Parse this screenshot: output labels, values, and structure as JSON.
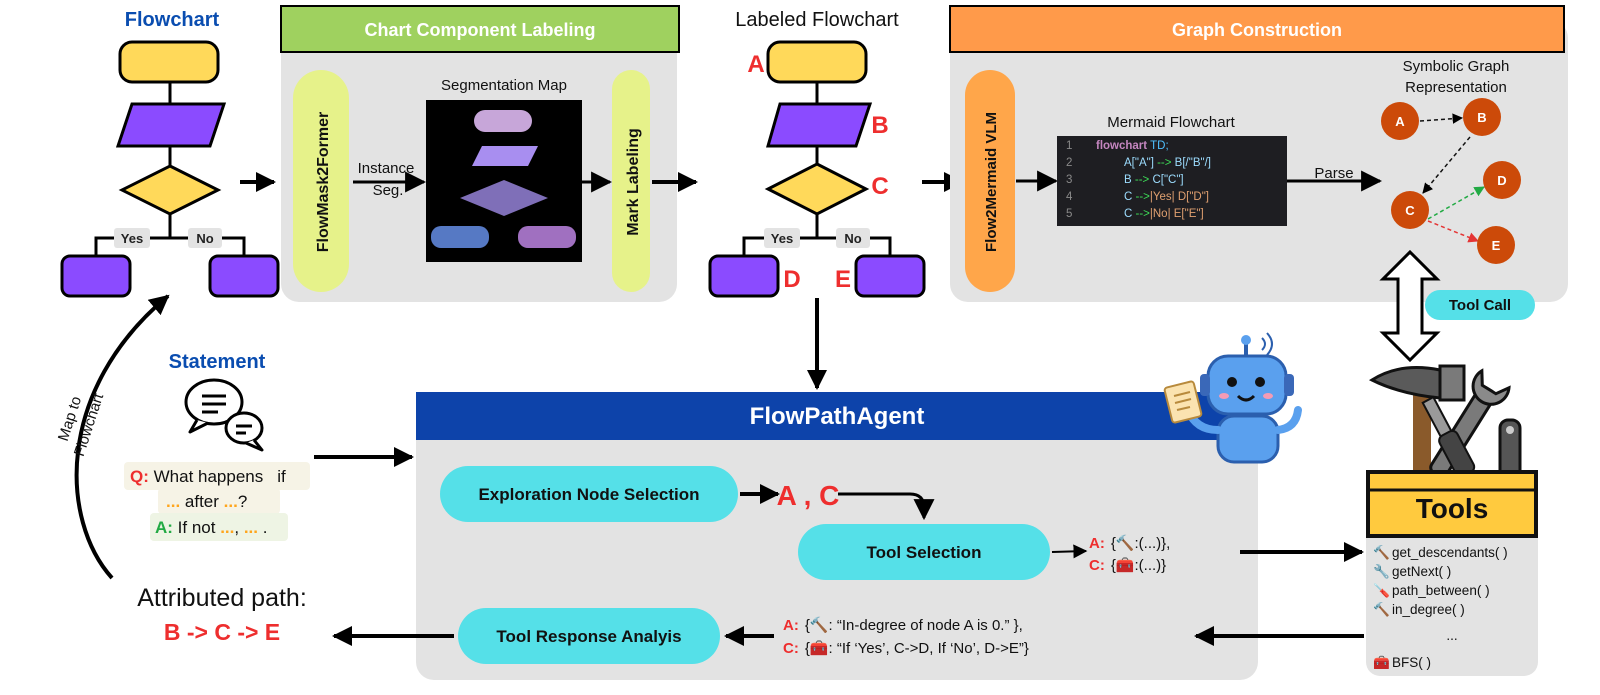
{
  "colors": {
    "flow_terminal": "#ffd95a",
    "flow_process": "#8b4bff",
    "flow_decision": "#ffd95a",
    "panel_gray": "#e3e3e3",
    "labeling_header": "#9fd15f",
    "graph_header": "#ff9a4a",
    "vlm_pill": "#ffa64a",
    "mask_pill": "#e6f28a",
    "agent_header": "#0d43aa",
    "step_pill": "#55e0e8",
    "node_orange": "#cc4a09",
    "label_red": "#ee2e2e",
    "title_blue": "#0a4db0",
    "tools_box": "#ffca3e"
  },
  "flowchart": {
    "title": "Flowchart",
    "yes": "Yes",
    "no": "No"
  },
  "labeling": {
    "header": "Chart Component Labeling",
    "mask_model": "FlowMask2Former",
    "instance_line1": "Instance",
    "instance_line2": "Seg.",
    "seg_title": "Segmentation Map",
    "mark_labeling": "Mark Labeling"
  },
  "labeled": {
    "title": "Labeled Flowchart",
    "A": "A",
    "B": "B",
    "C": "C",
    "D": "D",
    "E": "E",
    "yes": "Yes",
    "no": "No"
  },
  "graph": {
    "header": "Graph Construction",
    "vlm": "Flow2Mermaid VLM",
    "mermaid_title": "Mermaid Flowchart",
    "parse": "Parse",
    "symbolic_line1": "Symbolic Graph",
    "symbolic_line2": "Representation",
    "tool_call": "Tool Call",
    "node_A": "A",
    "node_B": "B",
    "node_C": "C",
    "node_D": "D",
    "node_E": "E"
  },
  "mermaid": {
    "line_numbers": [
      "1",
      "2",
      "3",
      "4",
      "5"
    ],
    "l1_keyword": "flowchart",
    "l1_rest": " TD;",
    "l2_a": "A[\"A\"]",
    "l2_arrow": " --> ",
    "l2_b": "B[/\"B\"/]",
    "l3_a": "B",
    "l3_arrow": " --> ",
    "l3_b": "C[\"C\"]",
    "l4_a": "C",
    "l4_arrow": " -->",
    "l4_b": "|Yes| D[\"D\"]",
    "l5_a": "C",
    "l5_arrow": " -->",
    "l5_b": "|No| E[\"E\"]"
  },
  "statement": {
    "title": "Statement",
    "q_prefix": "Q:",
    "q_text1": " What happens",
    "q_if": "if",
    "q_dots1": "...",
    "q_after": " after ",
    "q_dots2": "...",
    "q_end": "?",
    "a_prefix": "A:",
    "a_text": " If not ",
    "a_dots1": "...",
    "a_comma": ", ",
    "a_dots2": "...",
    "a_end": " ."
  },
  "map_to_line1": "Map to",
  "map_to_line2": "Flowchart",
  "attributed": {
    "label": "Attributed path:",
    "path": "B -> C -> E"
  },
  "agent": {
    "title": "FlowPathAgent",
    "exploration": "Exploration Node Selection",
    "selected_nodes": "A , C",
    "tool_selection": "Tool Selection",
    "response_analysis": "Tool Response Analyis",
    "sel_A_prefix": "A:",
    "sel_A_text": "{🔨:(...)},",
    "sel_C_prefix": "C:",
    "sel_C_text": "{🧰:(...)}",
    "resp_A_prefix": "A:",
    "resp_A_text": "{🔨: “In-degree of node A is 0.” },",
    "resp_C_prefix": "C:",
    "resp_C_text": "{🧰: “If ‘Yes’, C->D, If ‘No’, D->E”}"
  },
  "tools": {
    "title": "Tools",
    "items": [
      "get_descendants( )",
      "getNext( )",
      "path_between( )",
      "in_degree( )"
    ],
    "ellipsis": "...",
    "last": "BFS( )"
  }
}
